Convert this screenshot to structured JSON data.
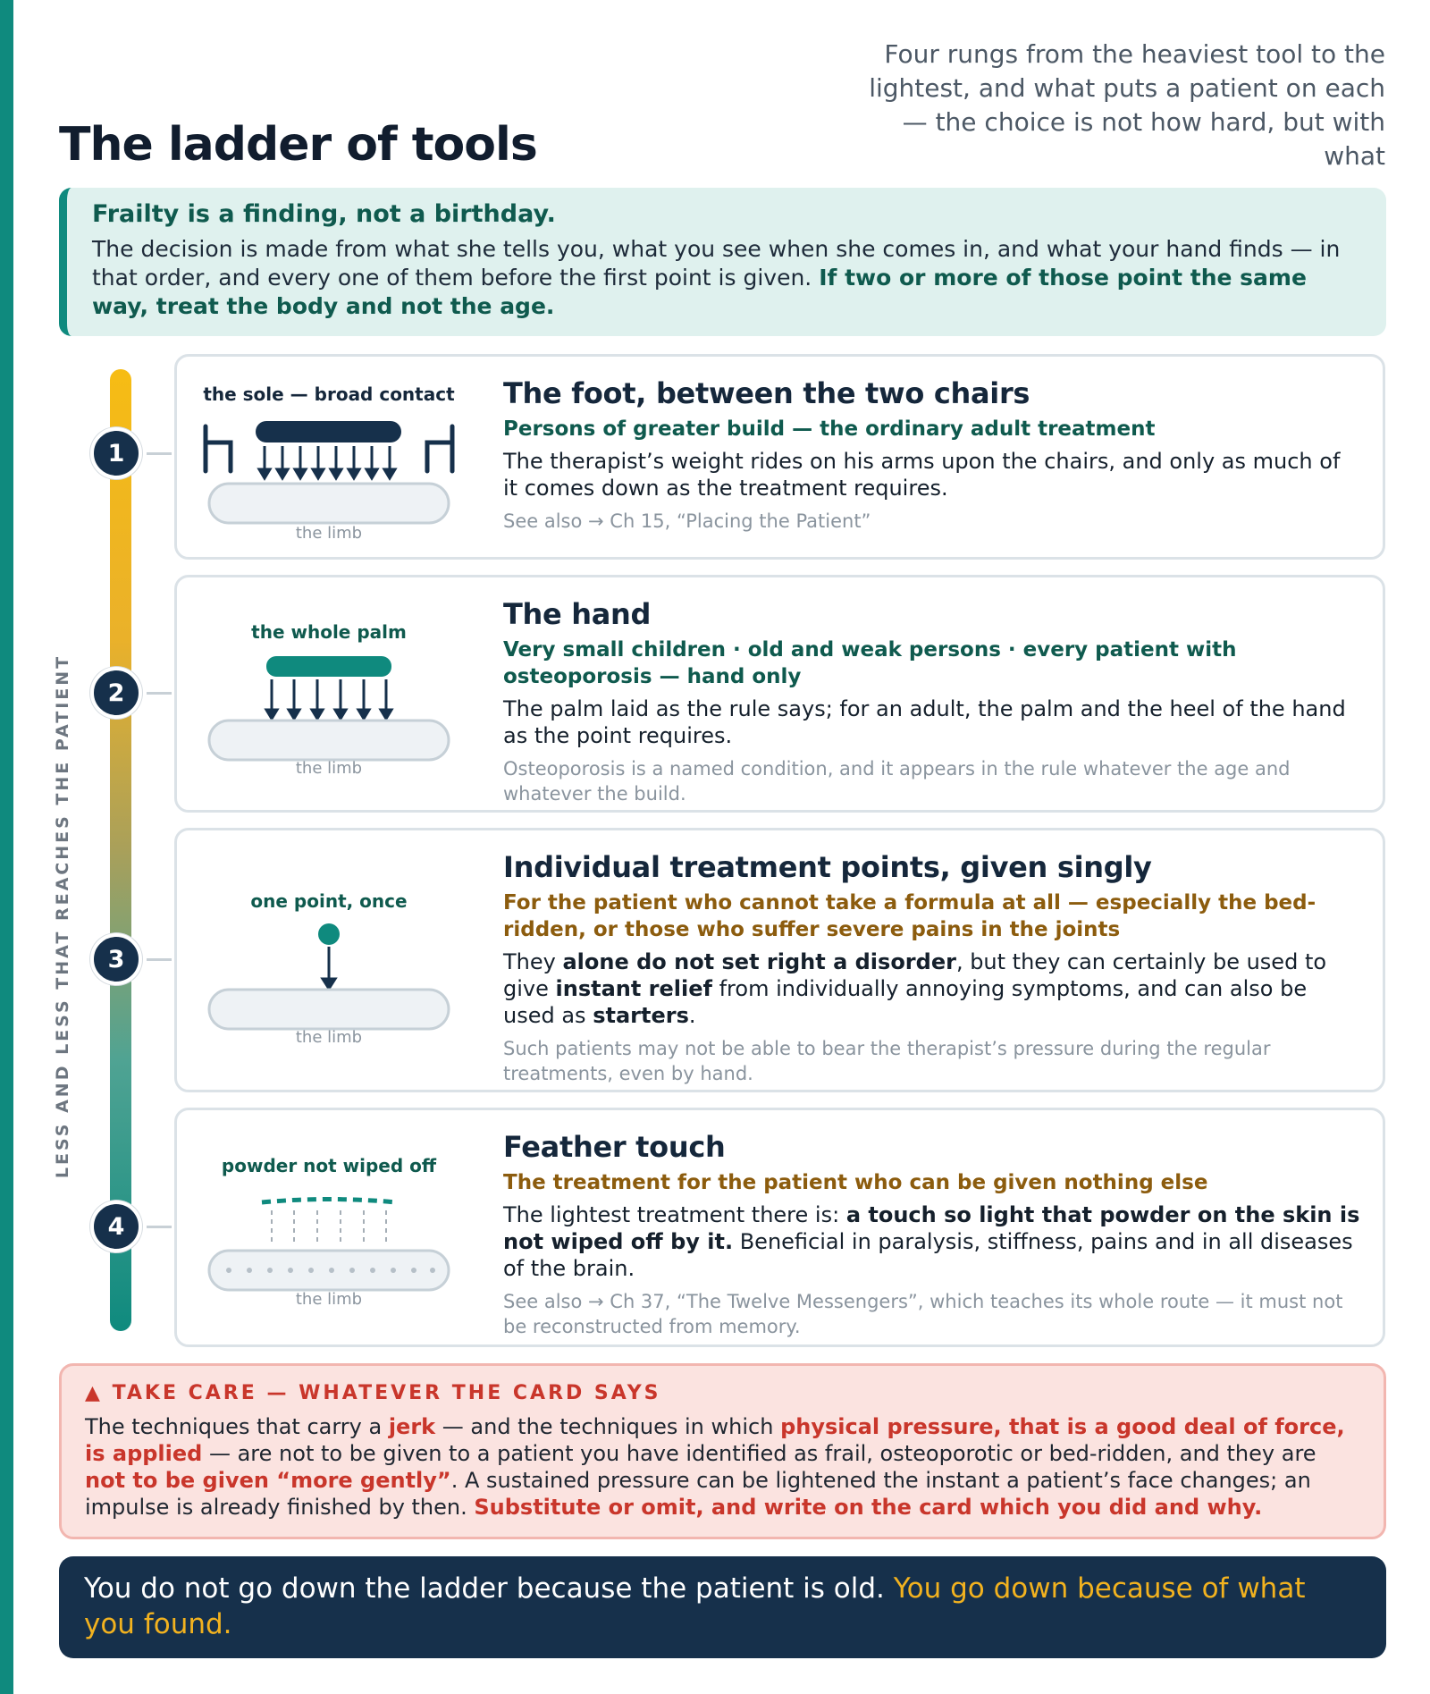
{
  "page": {
    "title": "The ladder of tools",
    "subtitle": "Four rungs from the heaviest tool to the lightest, and what puts a patient on each — the choice is not how hard, but with what"
  },
  "intro": {
    "title": "Frailty is a finding, not a birthday.",
    "body": "The decision is made from what she tells you, what you see when she comes in, and what your hand finds — in that order, and every one of them before the first point is given. ",
    "emphasis": "If two or more of those point the same way, treat the body and not the age."
  },
  "ladder": {
    "label": "LESS AND LESS THAT REACHES THE PATIENT",
    "colors": {
      "top": "#f6bc14",
      "bottom": "#0f8a7e",
      "node": "#16304b"
    }
  },
  "rungs": [
    {
      "number": "1",
      "illustration_label": "the sole — broad contact",
      "limb_label": "the limb",
      "title": "The foot, between the two chairs",
      "who": "Persons of greater build — the ordinary adult treatment",
      "body": [
        "The therapist’s weight rides on his arms upon the chairs, and only as much of it comes down as the treatment requires."
      ],
      "note": "See also → Ch 15, “Placing the Patient”"
    },
    {
      "number": "2",
      "illustration_label": "the whole palm",
      "limb_label": "the limb",
      "title": "The hand",
      "who": "Very small children · old and weak persons · every patient with osteoporosis — hand only",
      "body": [
        "The palm laid as the rule says; for an adult, the palm and the heel of the hand as the point requires."
      ],
      "note": "Osteoporosis is a named condition, and it appears in the rule whatever the age and whatever the build."
    },
    {
      "number": "3",
      "illustration_label": "one point, once",
      "limb_label": "the limb",
      "title": "Individual treatment points, given singly",
      "who": "For the patient who cannot take a formula at all — especially the bed-ridden, or those who suffer severe pains in the joints",
      "body": [
        "They ",
        "alone do not set right a disorder",
        ", but they can certainly be used to give ",
        "instant relief",
        " from individually annoying symptoms, and can also be used as ",
        "starters",
        "."
      ],
      "note": "Such patients may not be able to bear the therapist’s pressure during the regular treatments, even by hand."
    },
    {
      "number": "4",
      "illustration_label": "powder not wiped off",
      "limb_label": "the limb",
      "title": "Feather touch",
      "who": "The treatment for the patient who can be given nothing else",
      "body": [
        "The lightest treatment there is: ",
        "a touch so light that powder on the skin is not wiped off by it.",
        " Beneficial in paralysis, stiffness, pains and in all diseases of the brain."
      ],
      "note": "See also → Ch 37, “The Twelve Messengers”, which teaches its whole route — it must not be reconstructed from memory."
    }
  ],
  "warning": {
    "title": "▲ TAKE CARE — WHATEVER THE CARD SAYS",
    "parts": [
      "The techniques that carry a ",
      "jerk",
      " — and the techniques in which ",
      "physical pressure, that is a good deal of force, is applied",
      " — are not to be given to a patient you have identified as frail, osteoporotic or bed-ridden, and they are ",
      "not to be given “more gently”",
      ". A sustained pressure can be lightened the instant a patient’s face changes; an impulse is already finished by then. ",
      "Substitute or omit, and write on the card which you did and why."
    ]
  },
  "footer": {
    "text": "You do not go down the ladder because the patient is old. ",
    "emphasis": "You go down because of what you found."
  },
  "colors": {
    "accent": "#0f8a7e",
    "navy": "#16304b",
    "amber": "#f2b21f",
    "warning_red": "#c9362b"
  }
}
